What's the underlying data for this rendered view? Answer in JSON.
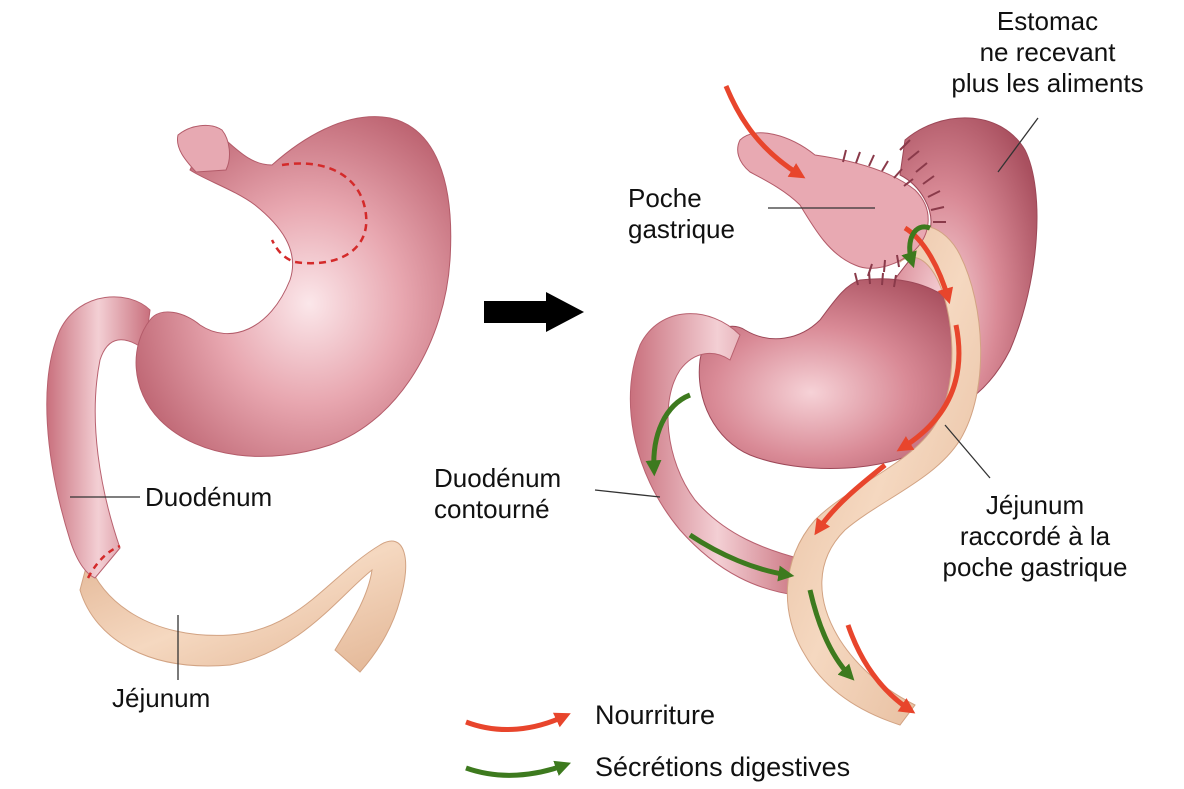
{
  "labels": {
    "duodenum_left": "Duodénum",
    "jejunum_left": "Jéjunum",
    "stomach_excluded": [
      "Estomac",
      "ne recevant",
      "plus les aliments"
    ],
    "gastric_pouch": [
      "Poche",
      "gastrique"
    ],
    "duodenum_bypassed": [
      "Duodénum",
      "contourné"
    ],
    "jejunum_connected": [
      "Jéjunum",
      "raccordé à la",
      "poche gastrique"
    ]
  },
  "legend": {
    "food": "Nourriture",
    "secretions": "Sécrétions digestives"
  },
  "colors": {
    "stomach": "#c8707c",
    "stomach_light": "#f4d4d8",
    "jejunum": "#e9c4a6",
    "food_arrow": "#e8452c",
    "secretion_arrow": "#3d7a1e",
    "transition_arrow": "#000000",
    "dashed_line": "#d42a2a"
  }
}
